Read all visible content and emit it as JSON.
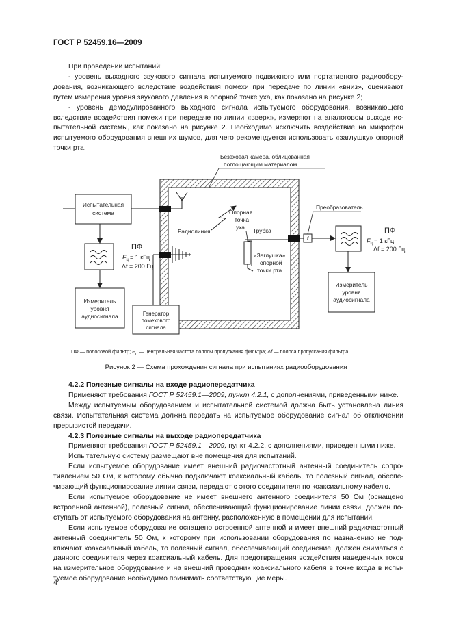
{
  "header": {
    "doc_id": "ГОСТ Р 52459.16—2009"
  },
  "intro": {
    "p1": "При проведении испытаний:",
    "p2": "- уровень выходного звукового сигнала испытуемого подвижного или портативного радиообору­дования, возникающего вследствие воздействия помехи при передаче по линии «вниз», оценивают путем измерения уровня звукового давления в опорной точке уха, как показано на рисунке 2;",
    "p3": "- уровень демодулированного выходного сигнала испытуемого оборудования, возникающего вследствие воздействия помехи при передаче по линии «вверх», измеряют на аналоговом выходе ис­пытательной системы, как показано на рисунке 2. Необходимо исключить воздействие на микрофон испытуемого оборудования внешних шумов, для чего рекомендуется использовать «заглушку» опорной точки рта."
  },
  "diagram": {
    "chamber_label_1": "Безэховая камера, облицованная",
    "chamber_label_2": "поглощающим материалом",
    "test_system_1": "Испытательная",
    "test_system_2": "система",
    "radio_link": "Радиолиния",
    "ref_ear_1": "Опорная",
    "ref_ear_2": "точка",
    "ref_ear_3": "уха",
    "handset": "Трубка",
    "plug_1": "«Заглушка»",
    "plug_2": "опорной",
    "plug_3": "точки рта",
    "converter": "Преобразователь",
    "pf": "ПФ",
    "fc_sym": "F",
    "fc_sub": "ц",
    "fc_val": "= 1 кГц",
    "df": "Δf = 200 Гц",
    "meter_1": "Измеритель",
    "meter_2": "уровня",
    "meter_3": "аудиосигнала",
    "gen_1": "Генератор",
    "gen_2": "помехового",
    "gen_3": "сигнала",
    "conv_symbol": "f"
  },
  "legend": {
    "a": "ПФ — полосовой фильтр;",
    "b_sym": "F",
    "b_sub": "ц",
    "b": "— центральная частота полосы пропускания фильтра;",
    "c_sym": "Δf",
    "c": "— полоса пропускания фильтра"
  },
  "caption": "Рисунок 2 — Схема прохождения сигнала при испытаниях радиооборудования",
  "section_422": {
    "title": "4.2.2 Полезные сигналы на входе радиопередатчика",
    "p1_a": "Применяют требования",
    "p1_ref": "ГОСТ Р 52459.1—2009, пункт 4.2.1,",
    "p1_b": "с дополнениями, приведенны­ми ниже.",
    "p2": "Между испытуемым оборудованием и испытательной системой должна быть установлена линия связи. Испытательная система должна передать на испытуемое оборудование сигнал об отключении прерывистой передачи."
  },
  "section_423": {
    "title": "4.2.3 Полезные сигналы на выходе радиопередатчика",
    "p1_a": "Применяют требования",
    "p1_ref": "ГОСТ Р 52459.1—2009,",
    "p1_b": "пункт 4.2.2, с дополнениями, приведенными ниже.",
    "p2": "Испытательную систему размещают вне помещения для испытаний.",
    "p3": "Если испытуемое оборудование имеет внешний радиочастотный антенный соединитель сопро­тивлением 50 Ом, к которому обычно подключают коаксиальный кабель, то полезный сигнал, обеспе­чивающий функционирование линии связи, передают с этого соединителя по коаксиальному кабелю.",
    "p4": "Если испытуемое оборудование не имеет внешнего антенного соединителя 50 Ом (оснащено встроенной антенной), полезный сигнал, обеспечивающий функционирование линии связи, должен по­ступать от испытуемого оборудования на антенну, расположенную в помещении для испытаний.",
    "p5": "Если испытуемое оборудование оснащено встроенной антенной и имеет внешний радиочастот­ный антенный соединитель 50 Ом, к которому при использовании оборудования по назначению не под­ключают коаксиальный кабель, то полезный сигнал, обеспечивающий соединение, должен сниматься с данного соединителя через коаксиальный кабель. Для предотвращения воздействия наведенных токов на измерительное оборудование и на внешний проводник коаксиального кабеля в точке входа в испы­туемое оборудование необходимо принимать соответствующие меры."
  },
  "page_number": "4"
}
